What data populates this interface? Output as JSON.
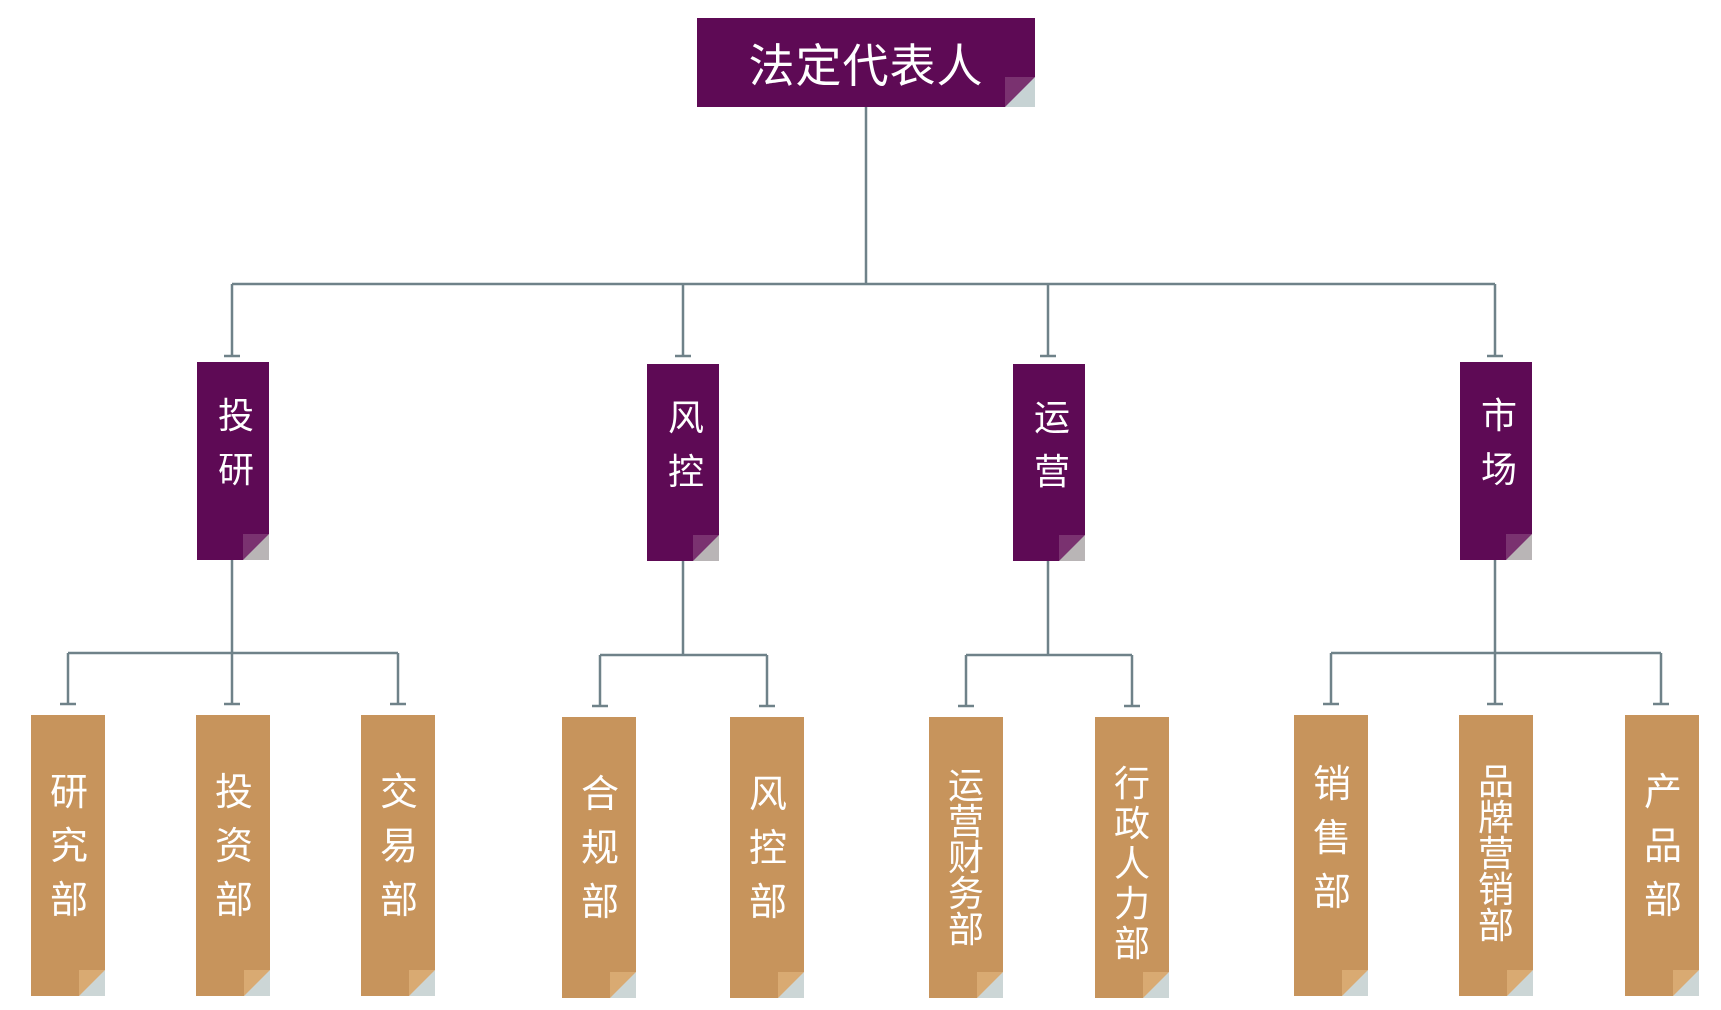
{
  "org_chart": {
    "root": {
      "label": "法定代表人"
    },
    "divisions": [
      {
        "label": "投研",
        "departments": [
          "研究部",
          "投资部",
          "交易部"
        ]
      },
      {
        "label": "风控",
        "departments": [
          "合规部",
          "风控部"
        ]
      },
      {
        "label": "运营",
        "departments": [
          "运营财务部",
          "行政人力部"
        ]
      },
      {
        "label": "市场",
        "departments": [
          "销售部",
          "品牌营销部",
          "产品部"
        ]
      }
    ]
  },
  "colors": {
    "top_box": "#5e0a55",
    "department_box": "#c7945c",
    "connector": "#6f8289",
    "text": "#ffffff"
  }
}
